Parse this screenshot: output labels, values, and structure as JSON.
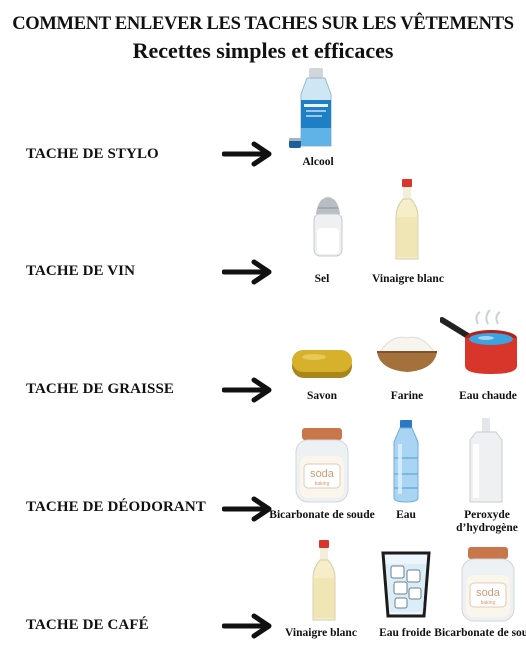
{
  "header": {
    "title": "COMMENT ENLEVER LES TACHES SUR LES VÊTEMENTS",
    "subtitle": "Recettes simples et efficaces"
  },
  "rows": [
    {
      "stain": "TACHE DE STYLO",
      "remedies": [
        {
          "label": "Alcool",
          "icon": "alcohol-bottle-icon"
        }
      ]
    },
    {
      "stain": "TACHE DE VIN",
      "remedies": [
        {
          "label": "Sel",
          "icon": "salt-shaker-icon"
        },
        {
          "label": "Vinaigre blanc",
          "icon": "vinegar-bottle-icon"
        }
      ]
    },
    {
      "stain": "TACHE DE GRAISSE",
      "remedies": [
        {
          "label": "Savon",
          "icon": "soap-bar-icon"
        },
        {
          "label": "Farine",
          "icon": "flour-bowl-icon"
        },
        {
          "label": "Eau chaude",
          "icon": "hot-water-pot-icon"
        }
      ]
    },
    {
      "stain": "TACHE DE DÉODORANT",
      "remedies": [
        {
          "label": "Bicarbonate de soude",
          "icon": "baking-soda-jar-icon"
        },
        {
          "label": "Eau",
          "icon": "water-bottle-icon"
        },
        {
          "label": "Peroxyde d’hydrogène",
          "icon": "peroxide-bottle-icon"
        }
      ]
    },
    {
      "stain": "TACHE DE CAFÉ",
      "remedies": [
        {
          "label": "Vinaigre blanc",
          "icon": "vinegar-bottle-icon"
        },
        {
          "label": "Eau froide",
          "icon": "ice-water-glass-icon"
        },
        {
          "label": "Bicarbonate de soude",
          "icon": "baking-soda-jar-icon"
        }
      ]
    }
  ],
  "jar_text": {
    "brand": "soda",
    "sub": "baking"
  },
  "colors": {
    "arrow": "#111111",
    "jar_lid": "#c9774a",
    "water": "#3da3e0",
    "pot": "#d9362b"
  }
}
